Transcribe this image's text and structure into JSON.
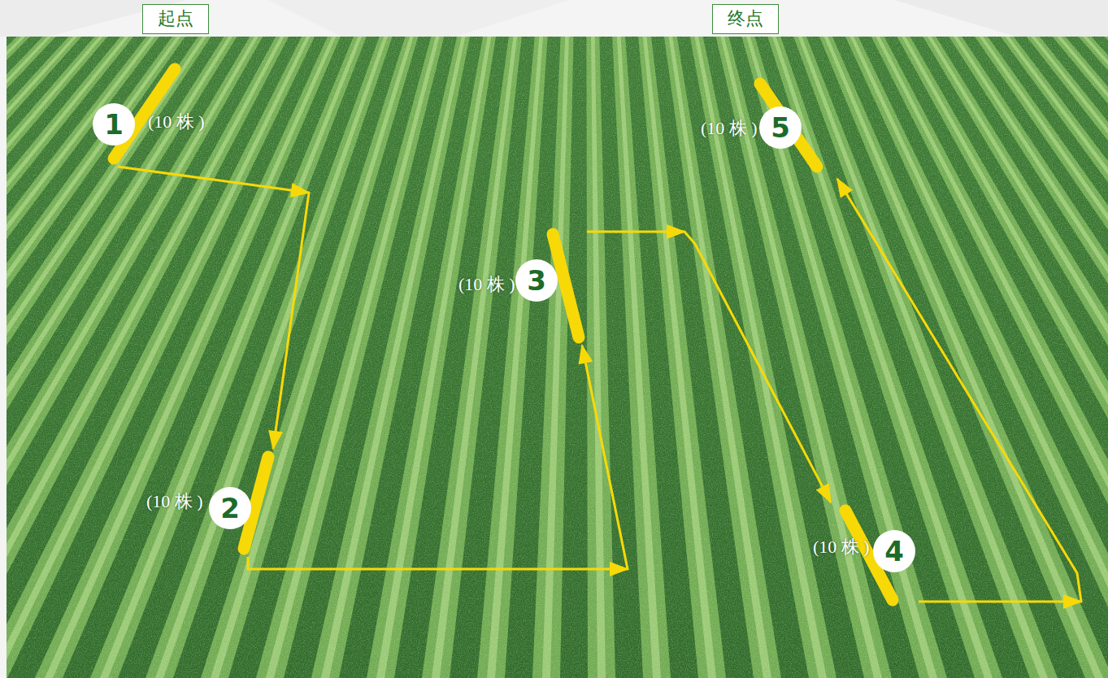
{
  "diagram": {
    "nodes": [
      {
        "text": [
          "起点"
        ]
      },
      {
        "text": [
          "终点"
        ]
      },
      {
        "text": [
          "1",
          "(10 株 )"
        ]
      },
      {
        "text": [
          "2",
          "(10 株 )"
        ]
      },
      {
        "text": [
          "3",
          "(10 株 )"
        ]
      },
      {
        "text": [
          "4",
          "(10 株 )"
        ]
      },
      {
        "text": [
          "5",
          "(10 株 )"
        ]
      }
    ],
    "edges": [
      {
        "from": 2,
        "to": 3,
        "arrow": "to"
      },
      {
        "from": 3,
        "to": 4,
        "arrow": "to"
      },
      {
        "from": 4,
        "to": 5,
        "arrow": "to"
      },
      {
        "from": 5,
        "to": 6,
        "arrow": "to"
      }
    ]
  }
}
